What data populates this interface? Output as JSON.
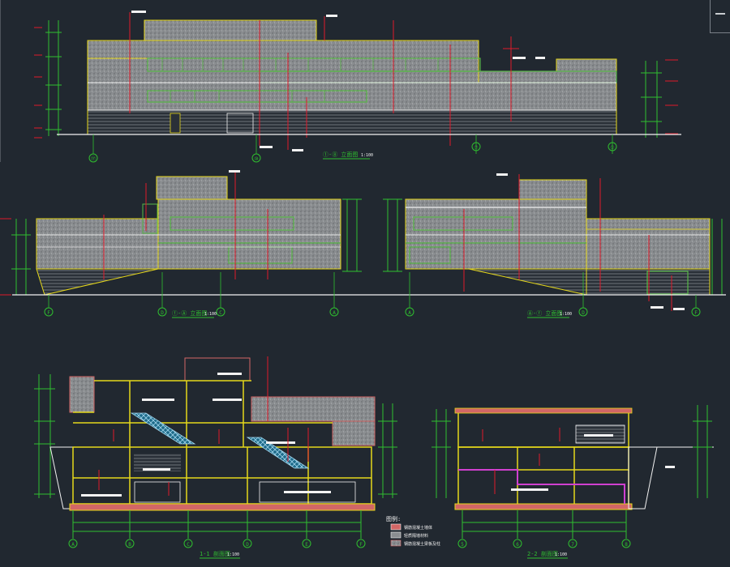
{
  "drawing": {
    "colors": {
      "background": "#212830",
      "outline": "#e6d81a",
      "dim_red": "#e01a2a",
      "dim_green": "#2fbf2f",
      "glass_green": "#58b847",
      "hatch_gray": "#8a8d90",
      "white": "#f2f2f2",
      "section_cut": "#d26666",
      "pink": "#d040d0"
    },
    "elevation1": {
      "title": "①-⑧ 立面图",
      "scale": "1:100",
      "axes": [
        "⑰",
        "⑩",
        "⑦",
        "①"
      ]
    },
    "elevation2": {
      "title_left": "ⓕ-Ⓐ 立面图",
      "title_right": "Ⓐ-ⓕ 立面图",
      "scale": "1:100",
      "axes_left": [
        "F",
        "D",
        "C",
        "A"
      ],
      "axes_right": [
        "A",
        "D",
        "F"
      ]
    },
    "section1": {
      "title": "1-1 剖面图",
      "scale": "1:100",
      "axes": [
        "A",
        "B",
        "C",
        "D",
        "E",
        "F"
      ]
    },
    "section2": {
      "title": "2-2 剖面图",
      "scale": "1:100",
      "axes": [
        "5",
        "6",
        "7",
        "8"
      ]
    },
    "legend": {
      "heading": "图例:",
      "items": [
        "钢筋混凝土墙体",
        "轻质隔墙材料",
        "钢筋混凝土梁板及柱"
      ]
    }
  }
}
